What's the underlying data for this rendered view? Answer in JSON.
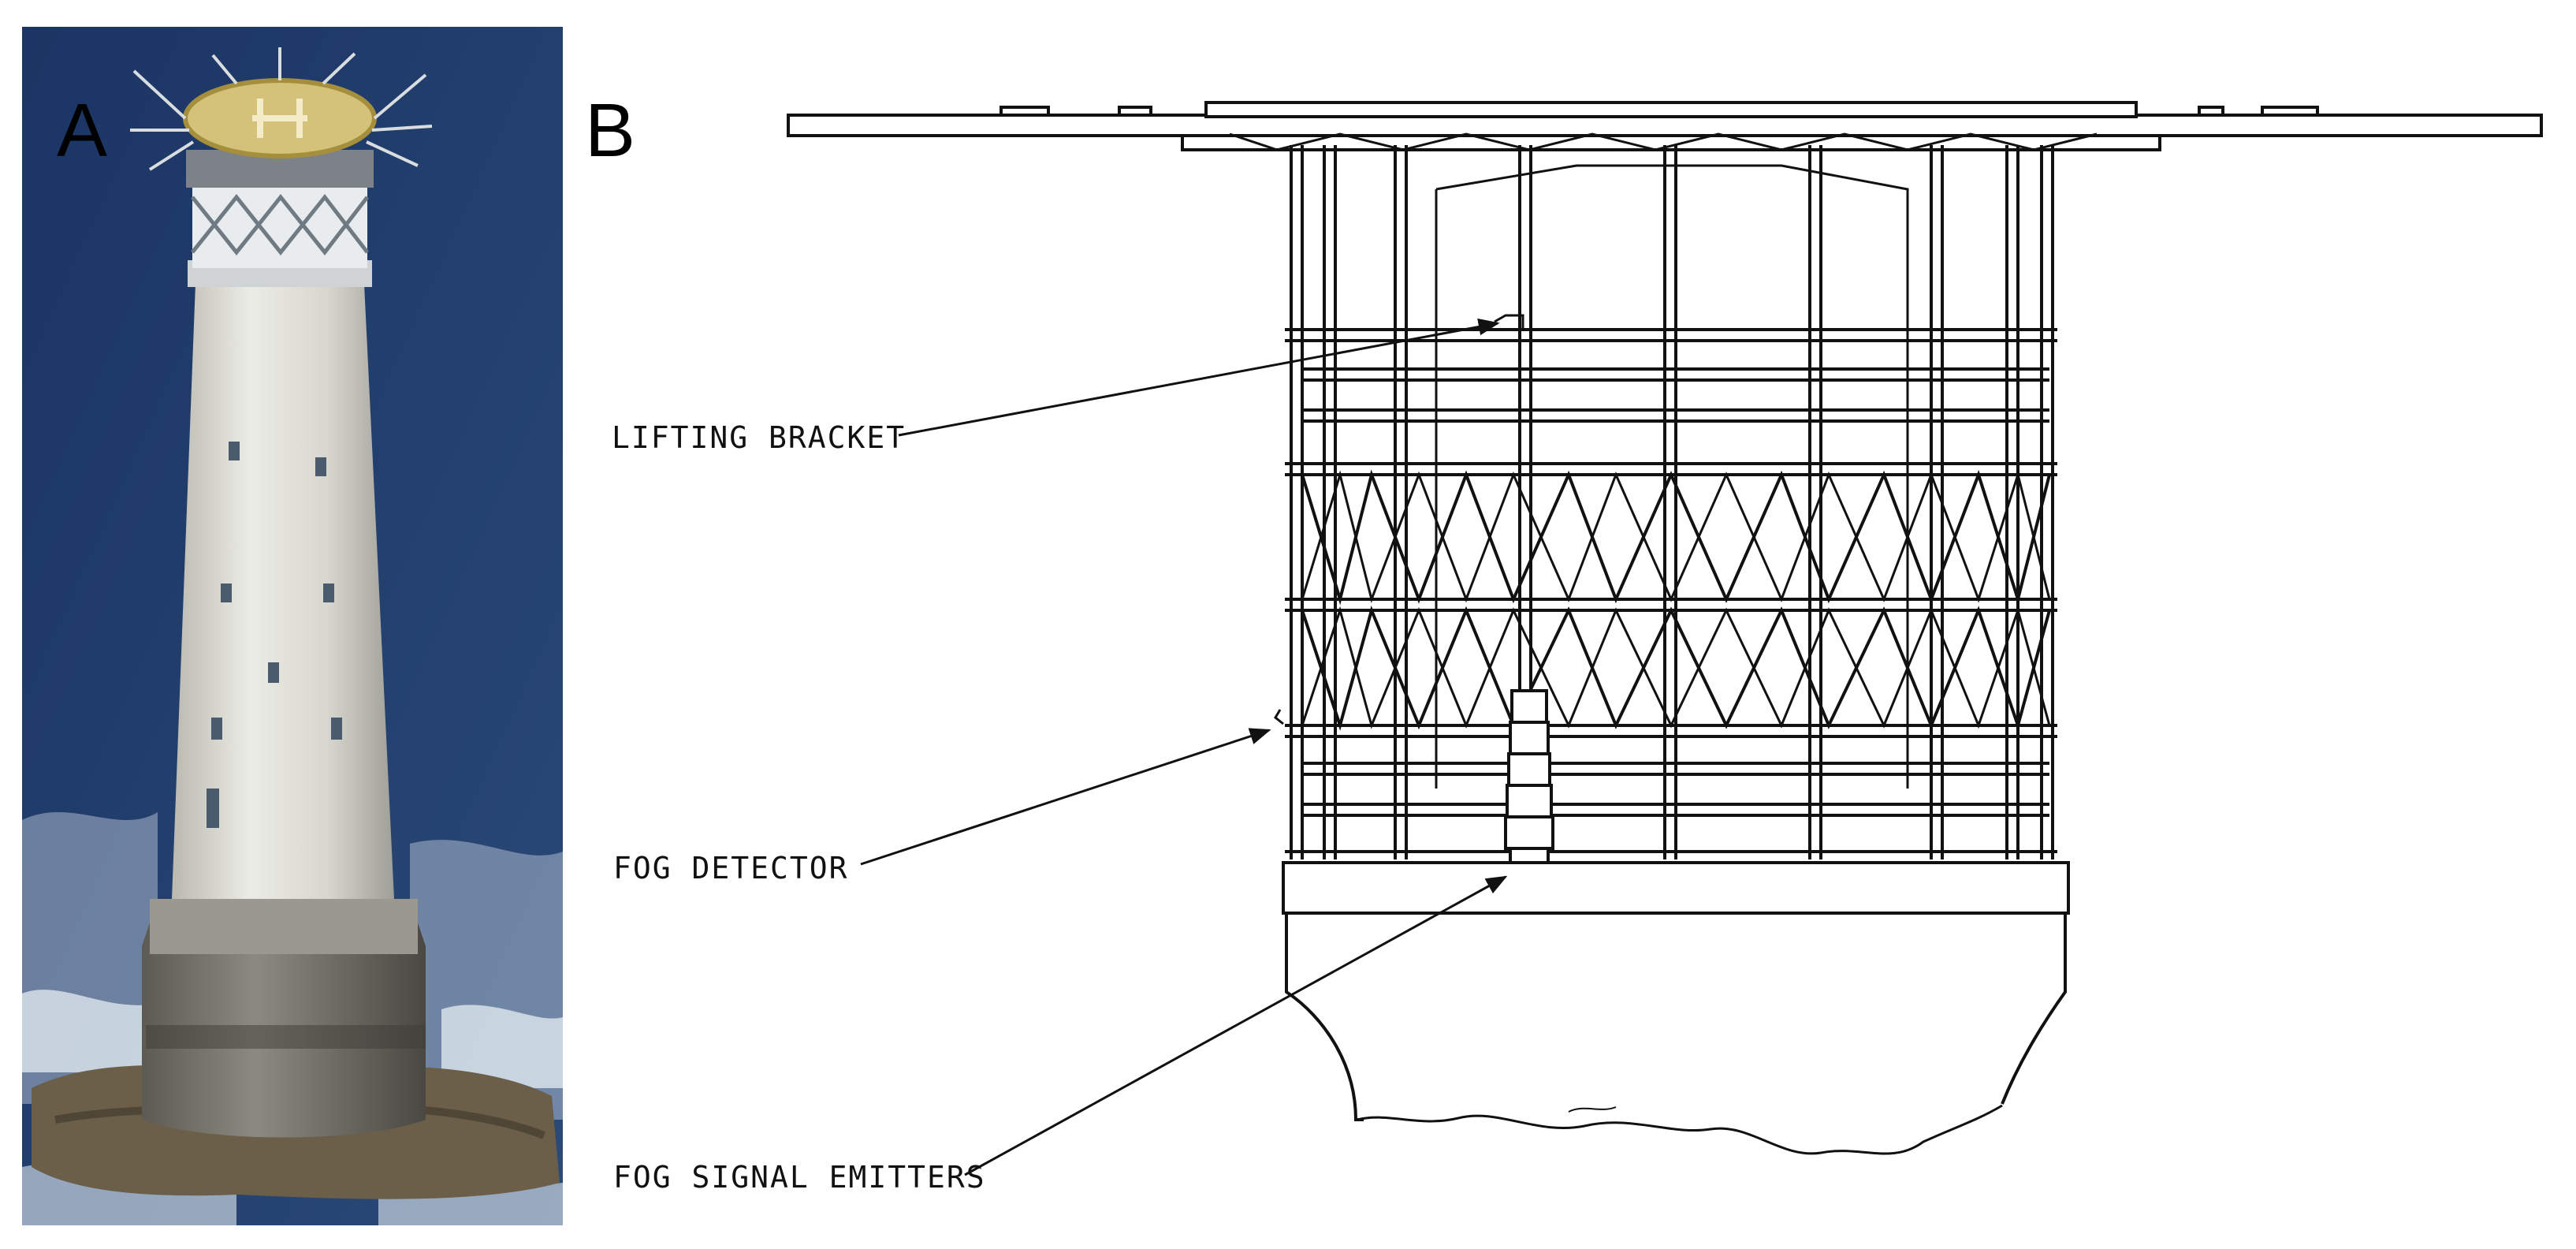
{
  "panels": [
    {
      "letter": "A"
    },
    {
      "letter": "B"
    }
  ],
  "callouts": {
    "lifting_bracket": "LIFTING BRACKET",
    "fog_detector": "FOG DETECTOR",
    "fog_signal_emitters": "FOG SIGNAL EMITTERS"
  },
  "colors": {
    "sea": "#1d3a66",
    "tower": "#dcdcd4",
    "helipad": "#d4c27a",
    "line": "#111111"
  }
}
